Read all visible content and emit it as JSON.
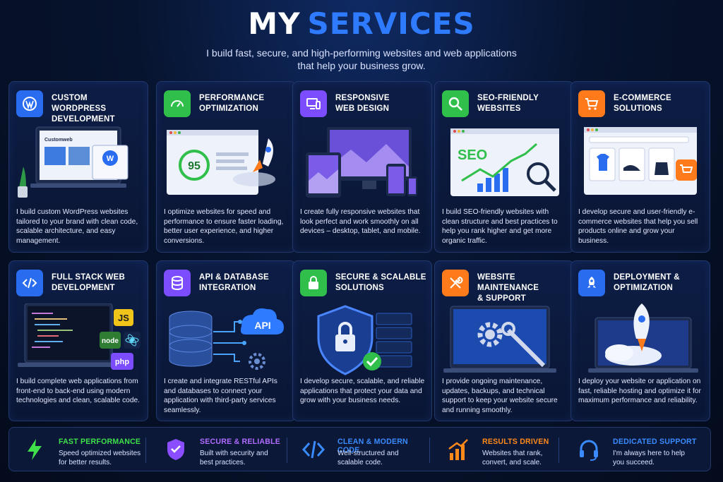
{
  "header": {
    "title_part1": "MY",
    "title_part2": "SERVICES",
    "subtitle": "I build fast, secure, and high-performing websites and web applications\nthat help your business grow."
  },
  "colors": {
    "accent": "#2f7bff",
    "green": "#2fbf4a",
    "purple": "#7b4dff",
    "orange": "#ff7a1a",
    "blue": "#2a6cf0",
    "lime": "#3fe04a"
  },
  "cards": [
    {
      "icon": "wordpress-icon",
      "icon_color": "#2a6cf0",
      "title": "Custom WordPress\nDevelopment",
      "desc": "I build custom WordPress websites tailored to your brand with clean code, scalable architecture, and easy management.",
      "illus_text": "Customweb",
      "illus_text_secondary": "W"
    },
    {
      "icon": "speedometer-icon",
      "icon_color": "#2fbf4a",
      "title": "Performance\nOptimization",
      "desc": "I optimize websites for speed and performance to ensure faster loading, better user experience, and higher conversions.",
      "illus_text": "95"
    },
    {
      "icon": "devices-icon",
      "icon_color": "#7b4dff",
      "title": "Responsive\nWeb Design",
      "desc": "I create fully responsive websites that look perfect and work smoothly on all devices – desktop, tablet, and mobile."
    },
    {
      "icon": "search-icon",
      "icon_color": "#2fbf4a",
      "title": "SEO-Friendly\nWebsites",
      "desc": "I build SEO-friendly websites with clean structure and best practices to help you rank higher and get more organic traffic.",
      "illus_text": "SEO"
    },
    {
      "icon": "cart-icon",
      "icon_color": "#ff7a1a",
      "title": "E-Commerce\nSolutions",
      "desc": "I develop secure and user-friendly e-commerce websites that help you sell products online and grow your business."
    },
    {
      "icon": "code-icon",
      "icon_color": "#2a6cf0",
      "title": "Full Stack Web\nDevelopment",
      "desc": "I build complete web applications from front-end to back-end using modern technologies and clean, scalable code.",
      "illus_badges": [
        "JS",
        "node",
        "php"
      ]
    },
    {
      "icon": "database-icon",
      "icon_color": "#7b4dff",
      "title": "API & Database\nIntegration",
      "desc": "I create and integrate RESTful APIs and databases to connect your application with third-party services seamlessly.",
      "illus_text": "API"
    },
    {
      "icon": "lock-icon",
      "icon_color": "#2fbf4a",
      "title": "Secure & Scalable\nSolutions",
      "desc": "I develop secure, scalable, and reliable applications that protect your data and grow with your business needs."
    },
    {
      "icon": "tools-icon",
      "icon_color": "#ff7a1a",
      "title": "Website Maintenance\n& Support",
      "desc": "I provide ongoing maintenance, updates, backups, and technical support to keep your website secure and running smoothly."
    },
    {
      "icon": "rocket-icon",
      "icon_color": "#2a6cf0",
      "title": "Deployment &\nOptimization",
      "desc": "I deploy your website or application on fast, reliable hosting and optimize it for maximum performance and reliability."
    }
  ],
  "features": [
    {
      "icon": "lightning-icon",
      "color": "#3fe04a",
      "title": "Fast Performance",
      "desc": "Speed optimized websites\nfor better results."
    },
    {
      "icon": "shield-icon",
      "color": "#b06bff",
      "title": "Secure & Reliable",
      "desc": "Built with security and\nbest practices."
    },
    {
      "icon": "code-brackets-icon",
      "color": "#3a8bff",
      "title": "Clean & Modern Code",
      "desc": "Well-structured and\nscalable code."
    },
    {
      "icon": "growth-chart-icon",
      "color": "#ff8a1a",
      "title": "Results Driven",
      "desc": "Websites that rank,\nconvert, and scale."
    },
    {
      "icon": "headset-icon",
      "color": "#3a8bff",
      "title": "Dedicated Support",
      "desc": "I'm always here to help\nyou succeed."
    }
  ]
}
